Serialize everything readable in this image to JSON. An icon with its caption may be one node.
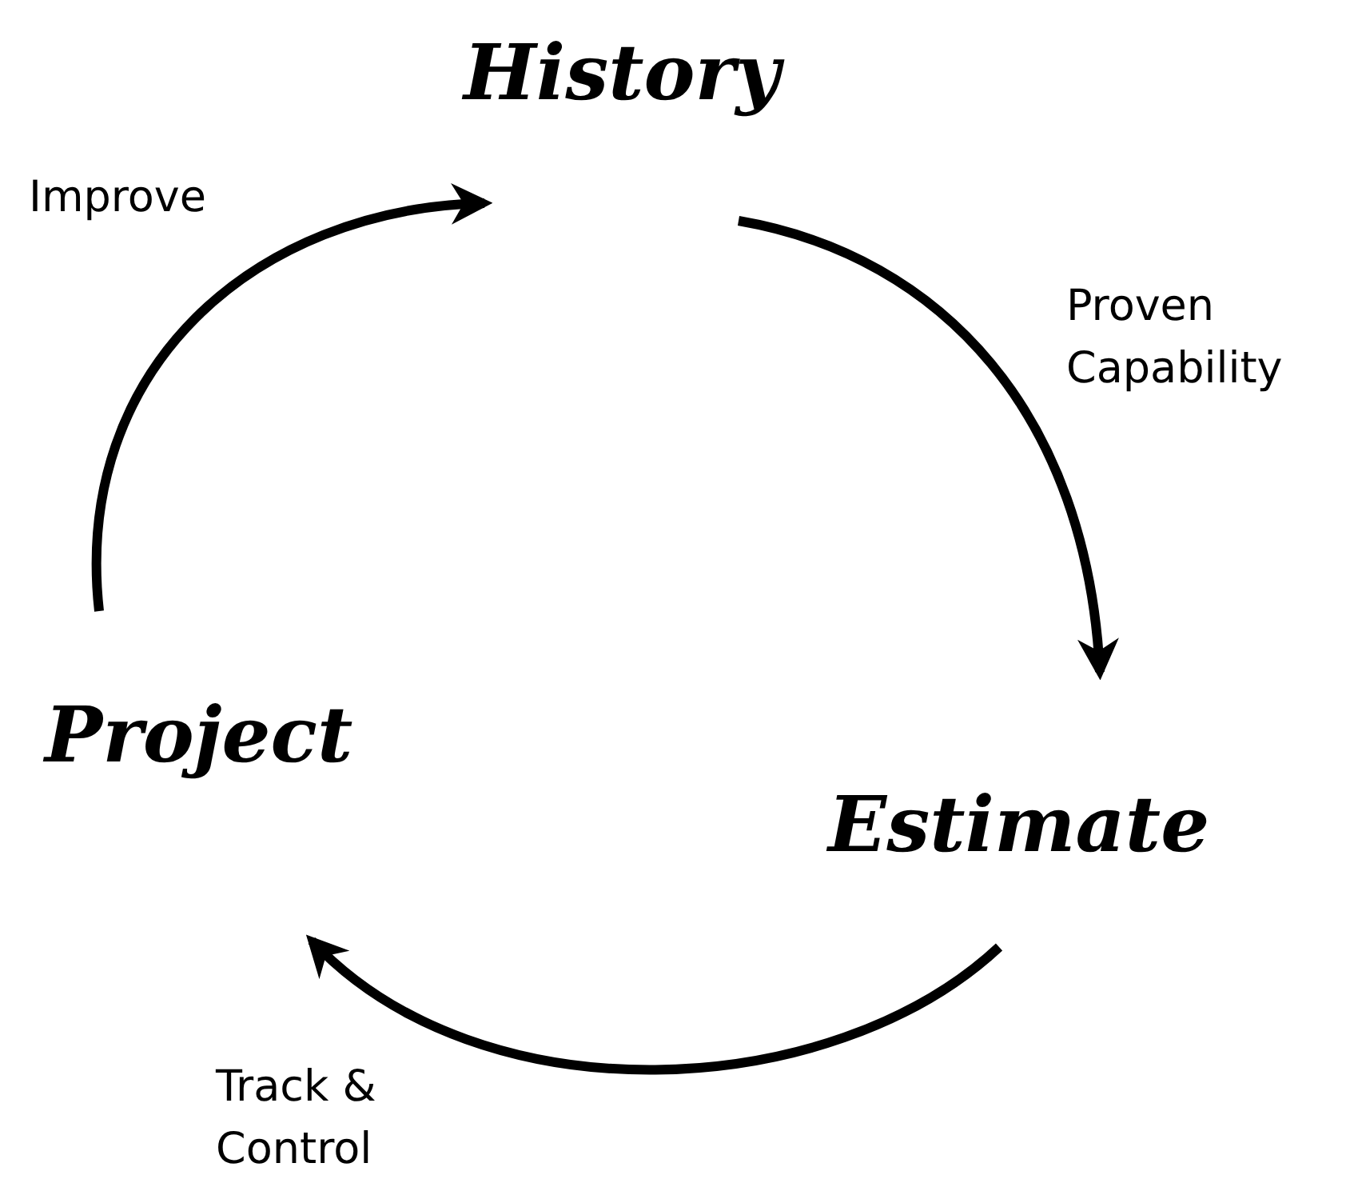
{
  "diagram": {
    "nodes": [
      {
        "text": [
          "History"
        ]
      },
      {
        "text": [
          "Estimate"
        ]
      },
      {
        "text": [
          "Project"
        ]
      }
    ],
    "edges": [
      {
        "from": 0,
        "to": 1,
        "arrow": "to",
        "label": "Proven Capability"
      },
      {
        "from": 1,
        "to": 2,
        "arrow": "to",
        "label": "Track & Control"
      },
      {
        "from": 2,
        "to": 0,
        "arrow": "to",
        "label": "Improve"
      }
    ]
  }
}
